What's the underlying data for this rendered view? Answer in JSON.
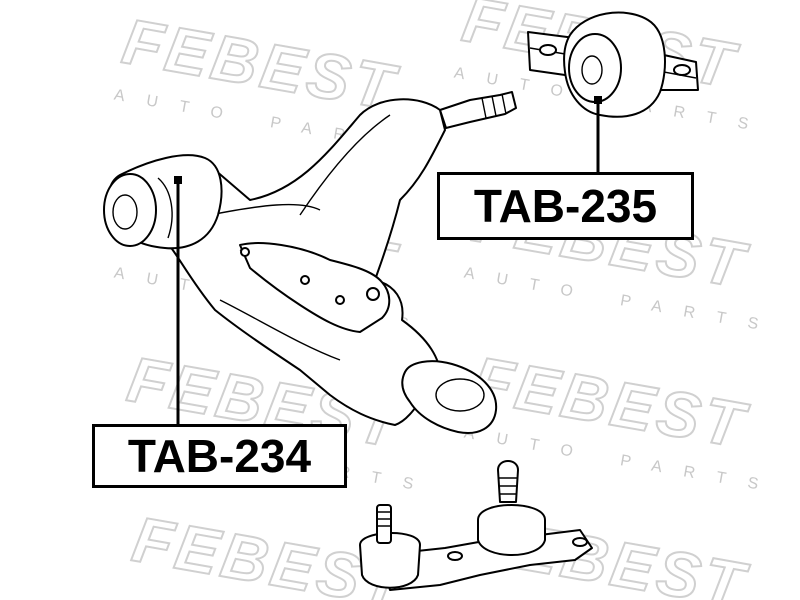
{
  "watermark": {
    "brand": "FEBEST",
    "tagline": "AUTO PARTS"
  },
  "callouts": {
    "upper": "TAB-235",
    "lower": "TAB-234"
  },
  "colors": {
    "ink": "#000000",
    "watermark": "#d0d0d0",
    "background": "#ffffff"
  }
}
